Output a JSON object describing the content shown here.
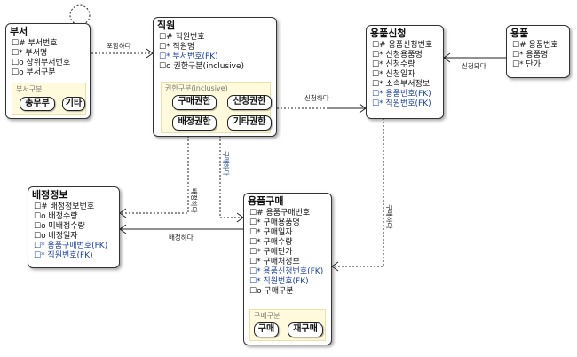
{
  "entities": {
    "dept": {
      "title": "부서",
      "attrs": [
        "☐# 부서번호",
        "☐* 부서명",
        "☐o 상위부서번호",
        "☐o 부서구분"
      ],
      "sub_title": "부서구분",
      "pills": [
        "총무부",
        "기타"
      ]
    },
    "emp": {
      "title": "직원",
      "attrs": [
        "☐# 직원번호",
        "☐* 직원명",
        "☐* 부서번호(FK)",
        "☐o 권한구분(inclusive)"
      ],
      "sub_title": "권한구분(inclusive)",
      "pills": [
        "구매권한",
        "신청권한",
        "배정권한",
        "기타권한"
      ]
    },
    "req": {
      "title": "용품신청",
      "attrs": [
        "☐# 용품신청번호",
        "☐* 신청용품명",
        "☐* 신청수량",
        "☐* 신청일자",
        "☐* 소속부서정보",
        "☐* 용품번호(FK)",
        "☐* 직원번호(FK)"
      ]
    },
    "item": {
      "title": "용품",
      "attrs": [
        "☐# 용품번호",
        "☐* 용품명",
        "☐* 단가"
      ]
    },
    "assign": {
      "title": "배정정보",
      "attrs": [
        "☐# 배정정보번호",
        "☐o 배정수량",
        "☐o 미배정수량",
        "☐o 배정일자",
        "☐* 용품구매번호(FK)",
        "☐* 직원번호(FK)"
      ]
    },
    "purchase": {
      "title": "용품구매",
      "attrs": [
        "☐# 용품구매번호",
        "☐* 구매용품명",
        "☐* 구매일자",
        "☐* 구매수량",
        "☐* 구매단가",
        "☐* 구매처정보",
        "☐* 용품신청번호(FK)",
        "☐* 직원번호(FK)",
        "☐o 구매구분"
      ],
      "sub_title": "구매구분",
      "pills": [
        "구매",
        "재구매"
      ]
    }
  },
  "relations": {
    "includes": "포함하다",
    "request": "신청하다",
    "requested": "신청되다",
    "assign": "배정하다",
    "purchase": "구매하다",
    "assign_v": "배정하다",
    "purchase2": "구매하다"
  },
  "colors": {
    "fk": "#1a3fa0",
    "subtype_bg": "#fffadb"
  }
}
